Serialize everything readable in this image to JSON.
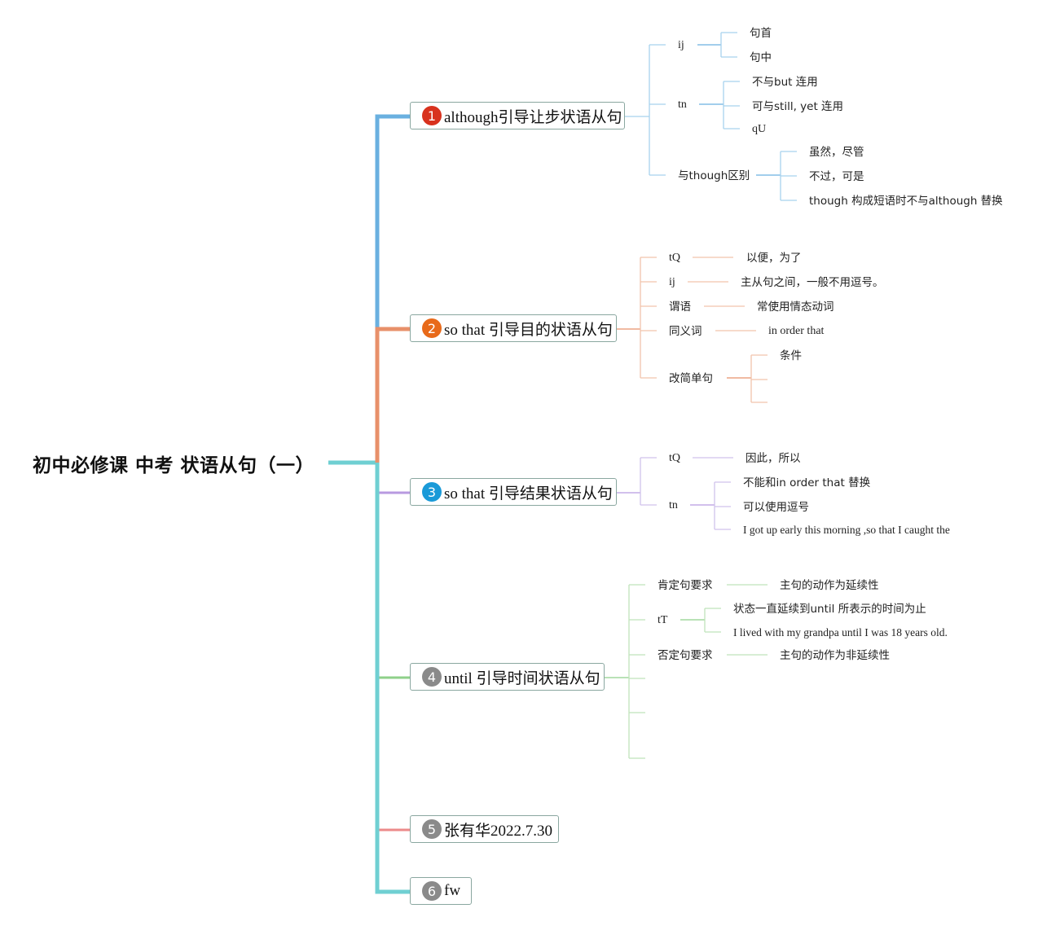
{
  "root": {
    "title": "初中必修课 中考 状语从句（一）"
  },
  "colors": {
    "spine": "#6fcfd2",
    "b1": "#6ab0e0",
    "b2": "#e8906a",
    "b3": "#b89ae0",
    "b4": "#8fd08a",
    "b5": "#ec8a8a",
    "b6": "#6fcfd2",
    "badge1": "#d8321e",
    "badge2": "#e86a1a",
    "badge3": "#1a9ad8",
    "badge_grey": "#8a8a8a"
  },
  "branches": [
    {
      "num": "1",
      "label": "although引导让步状语从句",
      "children": [
        {
          "label": "ij",
          "children": [
            "句首",
            "句中"
          ]
        },
        {
          "label": "tn",
          "children": [
            "不与but 连用",
            "可与still, yet 连用",
            "qU"
          ]
        },
        {
          "label": "与though区别",
          "children": [
            "虽然，尽管",
            "不过，可是",
            "though 构成短语时不与although 替换"
          ]
        }
      ]
    },
    {
      "num": "2",
      "label": "so that 引导目的状语从句",
      "children": [
        {
          "label": "tQ",
          "children": [
            "以便，为了"
          ]
        },
        {
          "label": "ij",
          "children": [
            "主从句之间，一般不用逗号。"
          ]
        },
        {
          "label": "谓语",
          "children": [
            "常使用情态动词"
          ]
        },
        {
          "label": "同义词",
          "children": [
            "in order that"
          ]
        },
        {
          "label": "改简单句",
          "children": [
            "条件"
          ]
        }
      ]
    },
    {
      "num": "3",
      "label": "so that 引导结果状语从句",
      "children": [
        {
          "label": "tQ",
          "children": [
            "因此，所以"
          ]
        },
        {
          "label": "tn",
          "children": [
            "不能和in order that 替换",
            "可以使用逗号",
            "I got up early this morning ,so that I caught the"
          ]
        }
      ]
    },
    {
      "num": "4",
      "label": "until 引导时间状语从句",
      "children": [
        {
          "label": "肯定句要求",
          "children": [
            "主句的动作为延续性"
          ]
        },
        {
          "label": "tT",
          "children": [
            "状态一直延续到until 所表示的时间为止",
            "I lived with my grandpa until I was 18 years old."
          ]
        },
        {
          "label": "否定句要求",
          "children": [
            "主句的动作为非延续性"
          ]
        }
      ]
    },
    {
      "num": "5",
      "label": "张有华2022.7.30",
      "children": []
    },
    {
      "num": "6",
      "label": "fw",
      "children": []
    }
  ]
}
